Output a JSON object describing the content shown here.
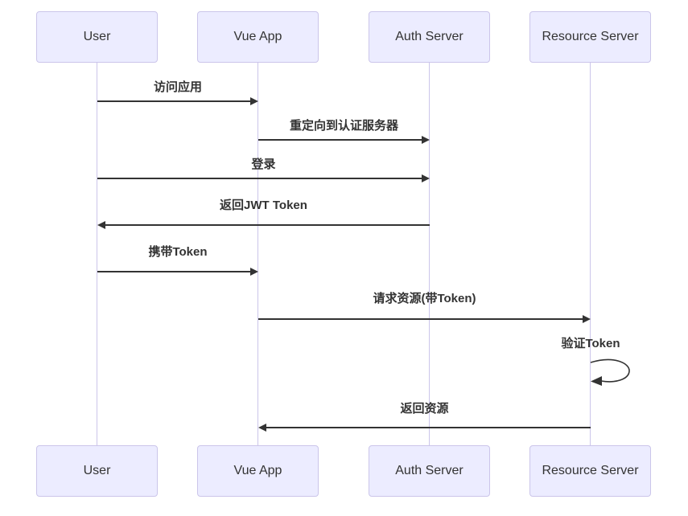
{
  "diagram": {
    "type": "sequence-diagram",
    "actors": [
      {
        "name": "User"
      },
      {
        "name": "Vue App"
      },
      {
        "name": "Auth Server"
      },
      {
        "name": "Resource Server"
      }
    ],
    "messages": [
      {
        "from": "User",
        "to": "Vue App",
        "label": "访问应用",
        "direction": "right"
      },
      {
        "from": "Vue App",
        "to": "Auth Server",
        "label": "重定向到认证服务器",
        "direction": "right"
      },
      {
        "from": "User",
        "to": "Auth Server",
        "label": "登录",
        "direction": "right"
      },
      {
        "from": "Auth Server",
        "to": "User",
        "label": "返回JWT Token",
        "direction": "left"
      },
      {
        "from": "User",
        "to": "Vue App",
        "label": "携带Token",
        "direction": "right"
      },
      {
        "from": "Vue App",
        "to": "Resource Server",
        "label": "请求资源(带Token)",
        "direction": "right"
      },
      {
        "from": "Resource Server",
        "to": "Resource Server",
        "label": "验证Token",
        "direction": "self"
      },
      {
        "from": "Resource Server",
        "to": "Vue App",
        "label": "返回资源",
        "direction": "left"
      }
    ],
    "colors": {
      "background": "#FFFFFF",
      "actor_fill": "#ECECFF",
      "actor_border": "#CBC5EA",
      "lifeline": "#CBC5EA",
      "arrow": "#333333",
      "text": "#333333"
    }
  }
}
